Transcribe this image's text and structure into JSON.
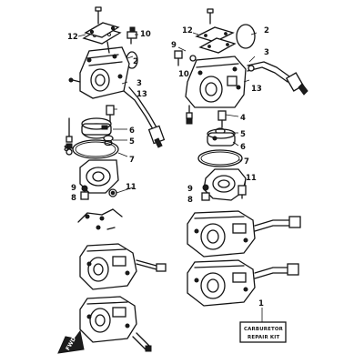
{
  "callouts": {
    "c1": "1",
    "c2": "2",
    "c3": "3",
    "c4": "4",
    "c5": "5",
    "c6": "6",
    "c7": "7",
    "c8": "8",
    "c9": "9",
    "c10": "10",
    "c11": "11",
    "c12": "12",
    "c13": "13"
  },
  "kit_box": {
    "line1": "CARBURETOR",
    "line2": "REPAIR KIT"
  },
  "fwd_marker": {
    "label": "FWD"
  }
}
